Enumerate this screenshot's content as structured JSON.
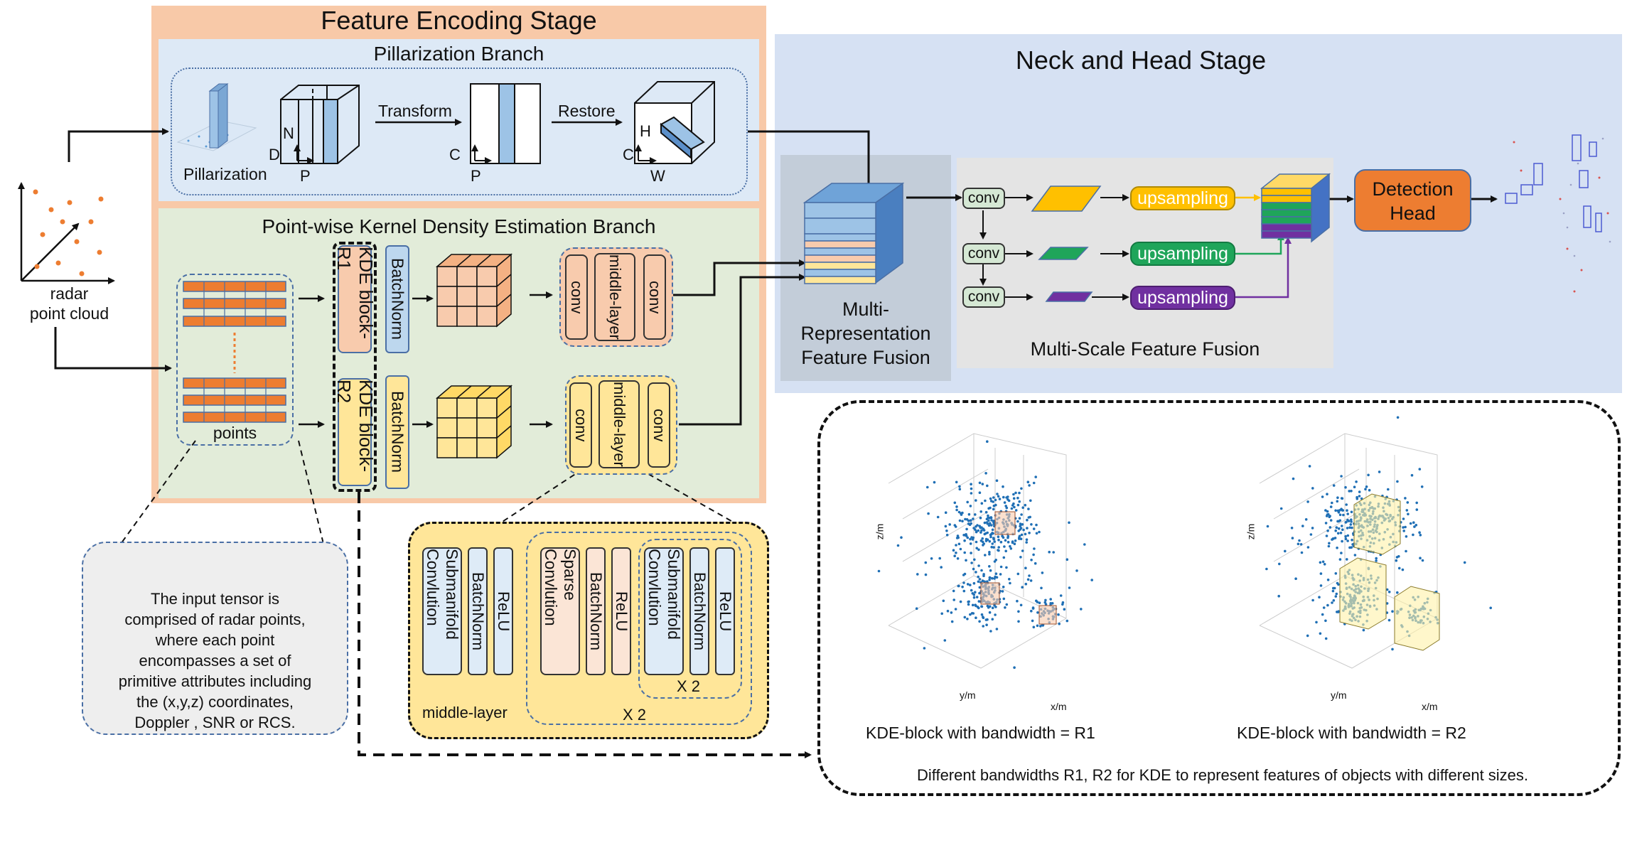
{
  "feature_encoding": {
    "title": "Feature Encoding  Stage",
    "pillar_branch": {
      "title": "Pillarization  Branch",
      "pillarization_label": "Pillarization",
      "transform_label": "Transform",
      "restore_label": "Restore",
      "dims": {
        "n": "N",
        "d": "D",
        "p": "P",
        "c": "C",
        "p2": "P",
        "h": "H",
        "c2": "C",
        "w": "W"
      }
    },
    "kde_branch": {
      "title": "Point-wise Kernel Density Estimation Branch",
      "points_label": "points",
      "kde_block_r1": "KDE block-R1",
      "kde_block_r2": "KDE block-R2",
      "batchnorm": "BatchNorm",
      "conv": "conv",
      "middle_layer": "middle-layer"
    }
  },
  "input": {
    "label_line1": "radar",
    "label_line2": "point cloud"
  },
  "neck_head": {
    "title": "Neck and Head Stage",
    "mrff_line1": "Multi-",
    "mrff_line2": "Representation",
    "mrff_line3": "Feature Fusion",
    "msff_label": "Multi-Scale Feature Fusion",
    "conv": "conv",
    "upsampling": "upsampling",
    "detection_line1": "Detection",
    "detection_line2": "Head"
  },
  "colors": {
    "encoding_bg": "#f8c9a8",
    "pillar_bg": "#dde9f6",
    "kde_bg": "#e2ecd9",
    "neck_bg": "#d6e1f3",
    "orange": "#ed7d31",
    "yellow_up": "#ffc000",
    "green_up": "#1fa55a",
    "purple_up": "#7030a0",
    "blue": "#9dc3e6"
  },
  "tensor_note": {
    "lines": [
      "The input tensor is",
      "comprised of  radar points,",
      "where each point",
      "encompasses a set of",
      "primitive attributes including",
      "the (x,y,z) coordinates,",
      "Doppler , SNR or RCS."
    ]
  },
  "middle_layer_detail": {
    "submanifold": "Submanifold Convlution",
    "sparse": "Sparse Convlution",
    "batchnorm": "BatchNorm",
    "relu": "ReLU",
    "x2_inner": "X 2",
    "x2_outer": "X 2",
    "label": "middle-layer"
  },
  "kde_panels": {
    "r1_caption": "KDE-block with bandwidth = R1",
    "r2_caption": "KDE-block with bandwidth = R2",
    "axis_z": "z/m",
    "axis_y": "y/m",
    "axis_x": "x/m",
    "bottom_caption": "Different bandwidths R1, R2 for KDE to represent features of objects with different sizes."
  }
}
